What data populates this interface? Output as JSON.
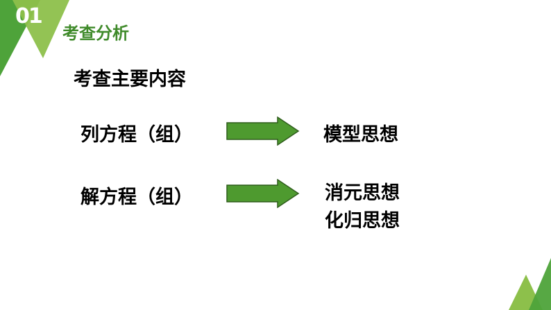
{
  "header": {
    "number": "01",
    "title": "考查分析"
  },
  "content": {
    "heading": "考查主要内容",
    "rows": [
      {
        "left": "列方程（组）",
        "right": [
          "模型思想"
        ]
      },
      {
        "left": "解方程（组）",
        "right": [
          "消元思想",
          "化归思想"
        ]
      }
    ]
  },
  "colors": {
    "dark_green": "#4ea33a",
    "light_green": "#8dc04b",
    "arrow_fill": "#4e9a2f"
  }
}
